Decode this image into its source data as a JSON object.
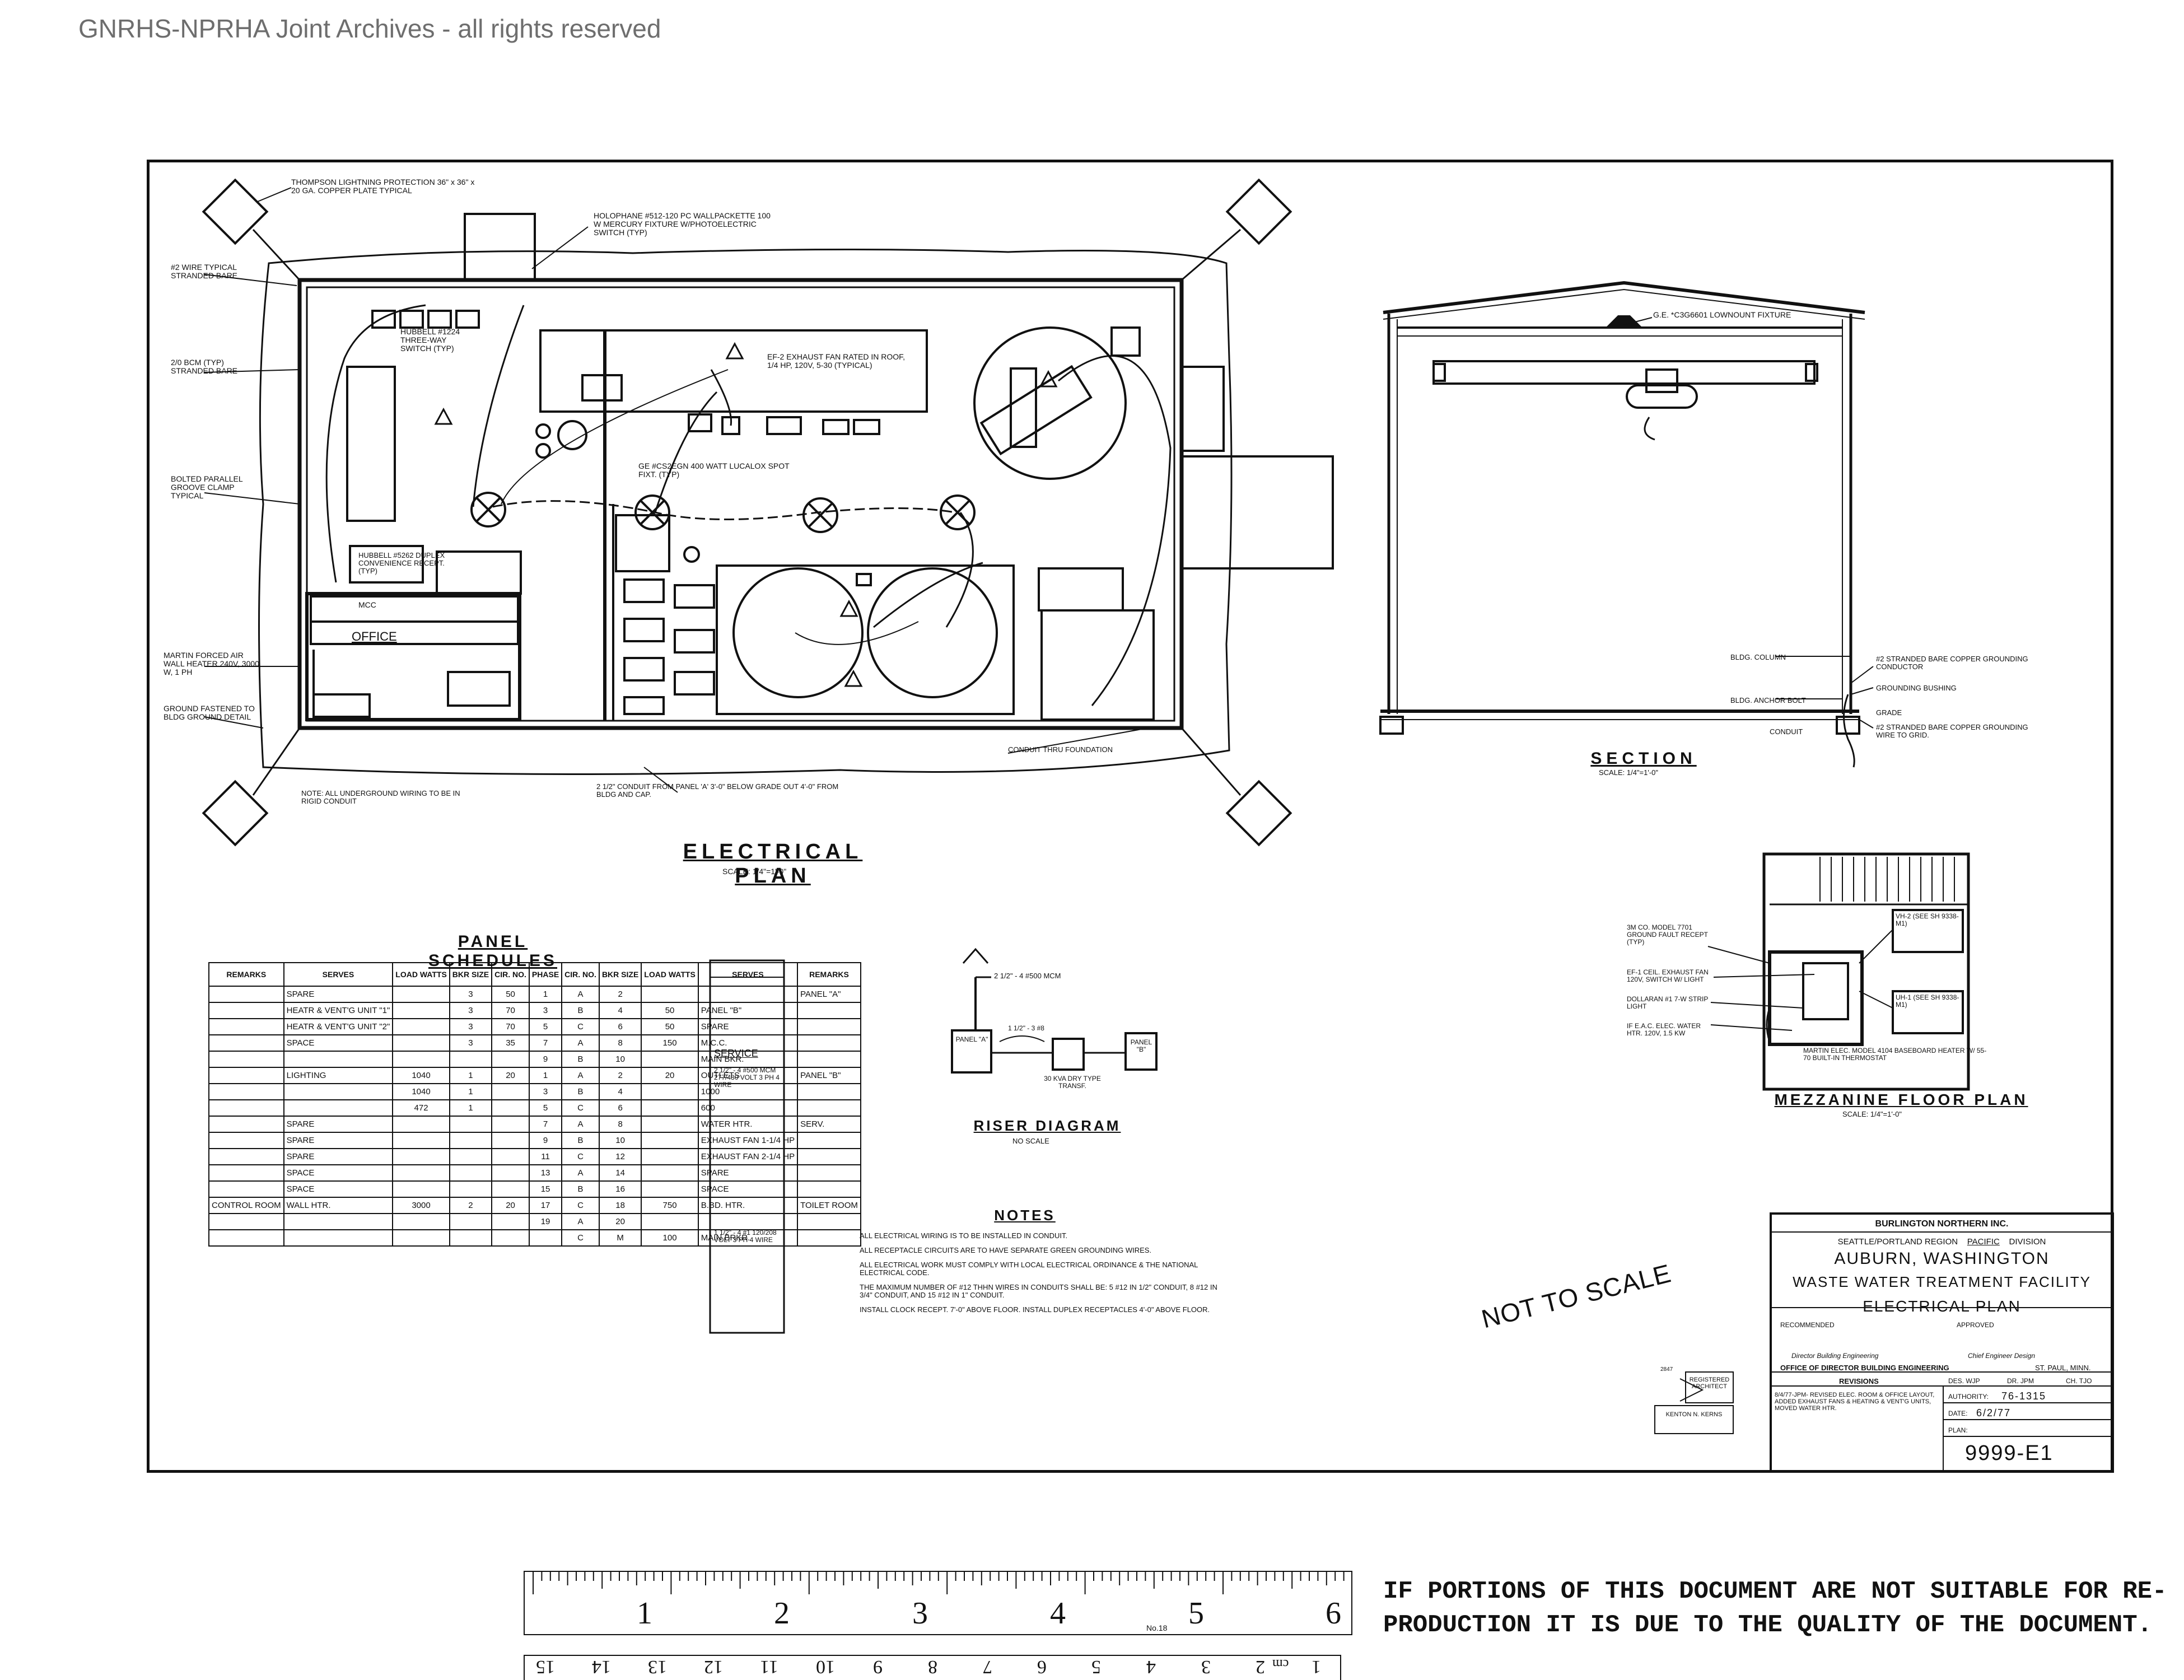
{
  "archive_header": "GNRHS-NPRHA Joint Archives - all rights reserved",
  "plan": {
    "title": "ELECTRICAL  PLAN",
    "scale": "SCALE: 1/4\"=1'-0\"",
    "annotations": {
      "lightning": "THOMPSON LIGHTNING PROTECTION 36\" x 36\" x 20 GA. COPPER PLATE TYPICAL",
      "wire": "#2 WIRE TYPICAL STRANDED BARE",
      "zed": "2/0 BCM (TYP) STRANDED BARE",
      "bolted": "BOLTED PARALLEL GROOVE CLAMP TYPICAL",
      "martin": "MARTIN FORCED AIR WALL HEATER 240V, 3000 W, 1 PH",
      "ground": "GROUND FASTENED TO BLDG GROUND DETAIL",
      "holophane": "HOLOPHANE #512-120 PC WALLPACKETTE 100 W MERCURY FIXTURE W/PHOTOELECTRIC SWITCH (TYP)",
      "hubbell": "HUBBELL #1224 THREE-WAY SWITCH (TYP)",
      "exhaust": "EF-2 EXHAUST FAN RATED IN ROOF, 1/4 HP, 120V, 5-30 (TYPICAL)",
      "ge_fixture": "GE #CS2EGN 400 WATT LUCALOX SPOT FIXT. (TYP)",
      "duplex": "HUBBELL #5262 DUPLEX CONVENIENCE RECEPT. (TYP)",
      "office": "OFFICE",
      "mcc": "MCC",
      "conduit_foundation": "CONDUIT THRU FOUNDATION",
      "conduit_panel": "2 1/2\" CONDUIT FROM PANEL 'A' 3'-0\" BELOW GRADE OUT 4'-0\" FROM BLDG AND CAP.",
      "note": "NOTE: ALL UNDERGROUND WIRING TO BE IN RIGID CONDUIT"
    }
  },
  "section": {
    "title": "SECTION",
    "scale": "SCALE: 1/4\"=1'-0\"",
    "annotations": {
      "ge_down": "G.E. *C3G6601 LOWNOUNT FIXTURE",
      "column": "BLDG. COLUMN",
      "anchor": "BLDG. ANCHOR BOLT",
      "conduit": "CONDUIT",
      "stranded1": "#2 STRANDED BARE COPPER GROUNDING CONDUCTOR",
      "bushing": "GROUNDING BUSHING",
      "grade": "GRADE",
      "stranded2": "#2 STRANDED BARE COPPER GROUNDING WIRE TO GRID."
    }
  },
  "mezzanine": {
    "title": "MEZZANINE  FLOOR  PLAN",
    "scale": "SCALE: 1/4\"=1'-0\"",
    "annotations": {
      "a1": "3M CO. MODEL 7701 GROUND FAULT RECEPT (TYP)",
      "a2": "EF-1 CEIL. EXHAUST FAN 120V, SWITCH W/ LIGHT",
      "a3": "DOLLARAN #1 7-W STRIP LIGHT",
      "a4": "IF E.A.C. ELEC. WATER HTR. 120V, 1.5 KW",
      "a5": "MARTIN ELEC. MODEL 4104 BASEBOARD HEATER W/ 55-70 BUILT-IN THERMOSTAT",
      "v1": "VH-2 (SEE SH 9338-M1)",
      "v2": "UH-1 (SEE SH 9338-M1)"
    }
  },
  "panel_schedule": {
    "title": "PANEL  SCHEDULES",
    "headers": [
      "REMARKS",
      "SERVES",
      "LOAD WATTS",
      "BKR SIZE",
      "CIR. NO.",
      "PHASE",
      "CIR. NO.",
      "BKR SIZE",
      "LOAD WATTS",
      "SERVES",
      "REMARKS"
    ],
    "rows": [
      [
        "",
        "SPARE",
        "",
        "3",
        "50",
        "1",
        "A",
        "2",
        "",
        "",
        "PANEL \"A\""
      ],
      [
        "",
        "HEATR & VENT'G UNIT \"1\"",
        "",
        "3",
        "70",
        "3",
        "B",
        "4",
        "50",
        "PANEL \"B\"",
        ""
      ],
      [
        "",
        "HEATR & VENT'G UNIT \"2\"",
        "",
        "3",
        "70",
        "5",
        "C",
        "6",
        "50",
        "SPARE",
        ""
      ],
      [
        "",
        "SPACE",
        "",
        "3",
        "35",
        "7",
        "A",
        "8",
        "150",
        "M.C.C.",
        ""
      ],
      [
        "",
        "",
        "",
        "",
        "",
        "9",
        "B",
        "10",
        "",
        "MAIN BKR.",
        ""
      ],
      [
        "",
        "LIGHTING",
        "1040",
        "1",
        "20",
        "1",
        "A",
        "2",
        "20",
        "OUTLETS",
        "PANEL \"B\""
      ],
      [
        "",
        "",
        "1040",
        "1",
        "",
        "3",
        "B",
        "4",
        "",
        "1000",
        ""
      ],
      [
        "",
        "",
        "472",
        "1",
        "",
        "5",
        "C",
        "6",
        "",
        "600",
        ""
      ],
      [
        "",
        "SPARE",
        "",
        "",
        "",
        "7",
        "A",
        "8",
        "",
        "WATER HTR.",
        "SERV."
      ],
      [
        "",
        "SPARE",
        "",
        "",
        "",
        "9",
        "B",
        "10",
        "",
        "EXHAUST FAN 1-1/4 HP",
        ""
      ],
      [
        "",
        "SPARE",
        "",
        "",
        "",
        "11",
        "C",
        "12",
        "",
        "EXHAUST FAN 2-1/4 HP",
        ""
      ],
      [
        "",
        "SPACE",
        "",
        "",
        "",
        "13",
        "A",
        "14",
        "",
        "SPARE",
        ""
      ],
      [
        "",
        "SPACE",
        "",
        "",
        "",
        "15",
        "B",
        "16",
        "",
        "SPACE",
        ""
      ],
      [
        "CONTROL ROOM",
        "WALL HTR.",
        "3000",
        "2",
        "20",
        "17",
        "C",
        "18",
        "750",
        "B.BD. HTR.",
        "TOILET ROOM"
      ],
      [
        "",
        "",
        "",
        "",
        "",
        "19",
        "A",
        "20",
        "",
        "",
        ""
      ],
      [
        "",
        "",
        "",
        "",
        "",
        "",
        "C",
        "M",
        "100",
        "MAIN BRKR.",
        ""
      ]
    ],
    "service_a": "SERVICE",
    "service_a_text": "2 1/2\" - 4 #500 MCM 277/480 VOLT 3 PH 4 WIRE",
    "service_b_text": "1 1/2\" - 4 #1 120/208 VOLT 3 PH 4 WIRE"
  },
  "riser": {
    "title": "RISER DIAGRAM",
    "scale": "NO SCALE",
    "top": "2 1/2\" - 4 #500 MCM",
    "panel_a": "PANEL \"A\"",
    "panel_b": "PANEL \"B\"",
    "transformer": "30 KVA DRY TYPE TRANSF.",
    "mid": "1 1/2\" - 3 #8"
  },
  "notes": {
    "title": "NOTES",
    "items": [
      "ALL ELECTRICAL WIRING IS TO BE INSTALLED IN CONDUIT.",
      "ALL RECEPTACLE CIRCUITS ARE TO HAVE SEPARATE GREEN GROUNDING WIRES.",
      "ALL ELECTRICAL WORK MUST COMPLY WITH LOCAL ELECTRICAL ORDINANCE & THE NATIONAL ELECTRICAL CODE.",
      "THE MAXIMUM NUMBER OF #12 THHN WIRES IN CONDUITS SHALL BE: 5 #12 IN 1/2\" CONDUIT, 8 #12 IN 3/4\" CONDUIT, AND 15 #12 IN 1\" CONDUIT.",
      "INSTALL CLOCK RECEPT. 7'-0\" ABOVE FLOOR. INSTALL DUPLEX RECEPTACLES 4'-0\" ABOVE FLOOR."
    ]
  },
  "not_to_scale": "NOT TO SCALE",
  "title_block": {
    "company": "BURLINGTON NORTHERN INC.",
    "region": "SEATTLE/PORTLAND REGION",
    "division_name": "PACIFIC",
    "division_label": "DIVISION",
    "location": "AUBURN, WASHINGTON",
    "facility": "WASTE WATER TREATMENT FACILITY",
    "sheet_title": "ELECTRICAL  PLAN",
    "recommended": "RECOMMENDED",
    "approved": "APPROVED",
    "director": "Director Building Engineering",
    "chief": "Chief Engineer Design",
    "office": "OFFICE OF DIRECTOR BUILDING ENGINEERING",
    "city": "ST. PAUL, MINN.",
    "revisions": "REVISIONS",
    "revision_text": "8/4/77-JPM- REVISED ELEC. ROOM & OFFICE LAYOUT, ADDED EXHAUST FANS & HEATING & VENT'G UNITS, MOVED WATER HTR.",
    "des": "DES. WJP",
    "dr": "DR. JPM",
    "ch": "CH. TJO",
    "authority_label": "AUTHORITY:",
    "authority": "76-1315",
    "date_label": "DATE:",
    "date": "6/2/77",
    "plan_label": "PLAN:",
    "plan_number": "9999-E1",
    "stamp_title": "REGISTERED ARCHITECT",
    "stamp_name": "KENTON N. KERNS",
    "stamp_number": "2847"
  },
  "ruler": {
    "inches": [
      "1",
      "2",
      "3",
      "4",
      "5",
      "6"
    ],
    "cm": [
      "1",
      "2",
      "3",
      "4",
      "5",
      "6",
      "7",
      "8",
      "9",
      "10",
      "11",
      "12",
      "13",
      "14",
      "15"
    ],
    "cm_label": "cm",
    "brand": "No.18"
  },
  "quality_note": {
    "line1": "IF PORTIONS OF THIS DOCUMENT ARE NOT SUITABLE FOR RE-",
    "line2": "PRODUCTION IT IS DUE TO THE QUALITY OF THE DOCUMENT."
  }
}
